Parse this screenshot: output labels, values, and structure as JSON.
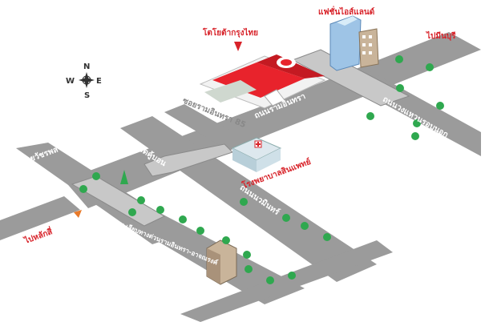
{
  "map": {
    "compass": {
      "n": "N",
      "s": "S",
      "e": "E",
      "w": "W",
      "icon": "compass-rose-icon"
    },
    "roads": {
      "ram_intra": "ถนนรามอินทรา",
      "ram_intra_85": "ซอยรามอินทรา 85",
      "nawamin": "ถนนนวมินทร์",
      "kanchanaphisek": "ถนนวงแหวนรอบนอก",
      "soi_watkhai": "ซอยวัดคู้บอน",
      "soi_watchara": "ซอยวัชรพล",
      "expressway": "ถนน เลียบทางด่วนรามอินทรา-อาจณรงค์"
    },
    "places": {
      "toyota": "โตโยต้ากรุงไทย",
      "fashion_island": "แฟชั่นไอส์แลนด์",
      "hospital": "โรงพยาบาลสินแพทย์",
      "to_minburi": "ไปมีนบุรี",
      "to_laksi": "ไปหลักสี่"
    },
    "colors": {
      "road": "#9a9a9a",
      "toyota_red": "#e8232c",
      "tree": "#2fa84f"
    }
  }
}
